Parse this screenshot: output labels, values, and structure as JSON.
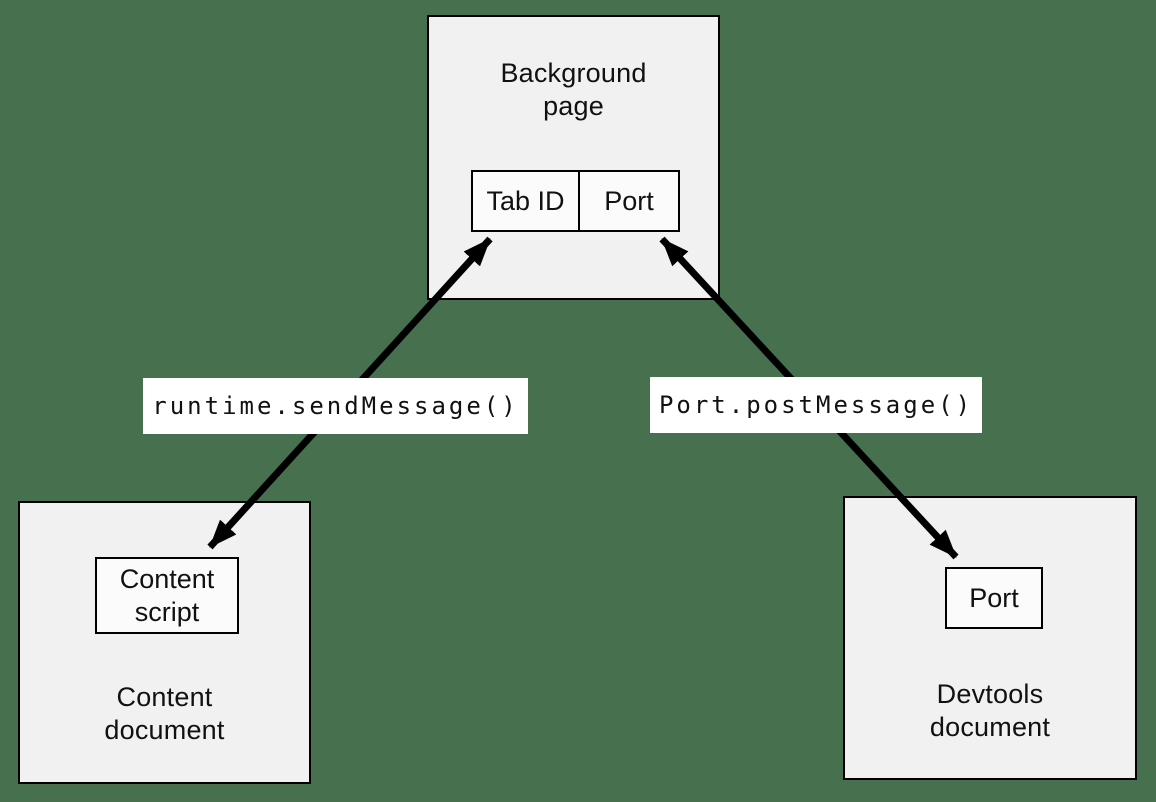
{
  "diagram": {
    "background_page": {
      "title_lines": [
        "Background",
        "page"
      ],
      "cells": [
        "Tab ID",
        "Port"
      ]
    },
    "content_document": {
      "inner_lines": [
        "Content",
        "script"
      ],
      "title_lines": [
        "Content",
        "document"
      ]
    },
    "devtools_document": {
      "inner_label": "Port",
      "title_lines": [
        "Devtools",
        "document"
      ]
    },
    "arrows": [
      {
        "label": "runtime.sendMessage()",
        "between": "content-script and background-page tab-id",
        "direction": "bidirectional"
      },
      {
        "label": "Port.postMessage()",
        "between": "devtools-port and background-page port",
        "direction": "bidirectional"
      }
    ]
  },
  "colors": {
    "canvas_background": "#47714E",
    "box_fill": "#f1f1f2",
    "inner_box_fill": "#fbfbfb",
    "label_background": "#ffffff",
    "stroke": "#000000",
    "text": "#111111"
  }
}
